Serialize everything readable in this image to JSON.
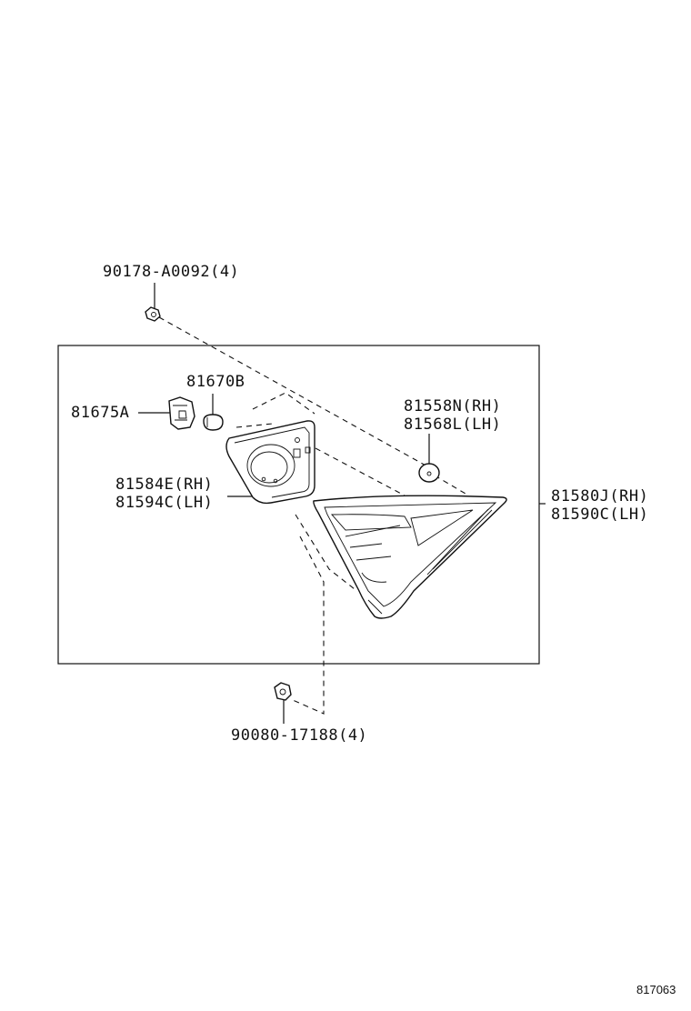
{
  "parts": {
    "screw_top": "90178-A0092(4)",
    "bulb": "81670B",
    "socket": "81675A",
    "cushion_rh": "81558N(RH)",
    "cushion_lh": "81568L(LH)",
    "gasket_rh": "81584E(RH)",
    "gasket_lh": "81594C(LH)",
    "lamp_rh": "81580J(RH)",
    "lamp_lh": "81590C(LH)",
    "nut_bottom": "90080-17188(4)"
  },
  "figure_ref": "817063"
}
